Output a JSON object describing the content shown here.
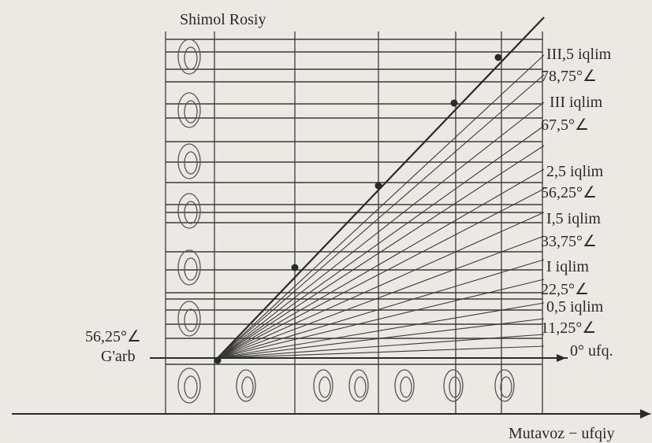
{
  "title": "Shimol Rosiy",
  "west_label": "G'arb",
  "west_angle": "56,25°∠",
  "bottom_label": "Mutavoz − ufqiy",
  "right_labels": [
    "III,5 iqlim",
    "78,75°∠",
    "III iqlim",
    "67,5°∠",
    "2,5 iqlim",
    "56,25°∠",
    "I,5 iqlim",
    "33,75°∠",
    "I iqlim",
    "22,5°∠",
    "0,5 iqlim",
    "11,25°∠",
    "0° ufq."
  ]
}
